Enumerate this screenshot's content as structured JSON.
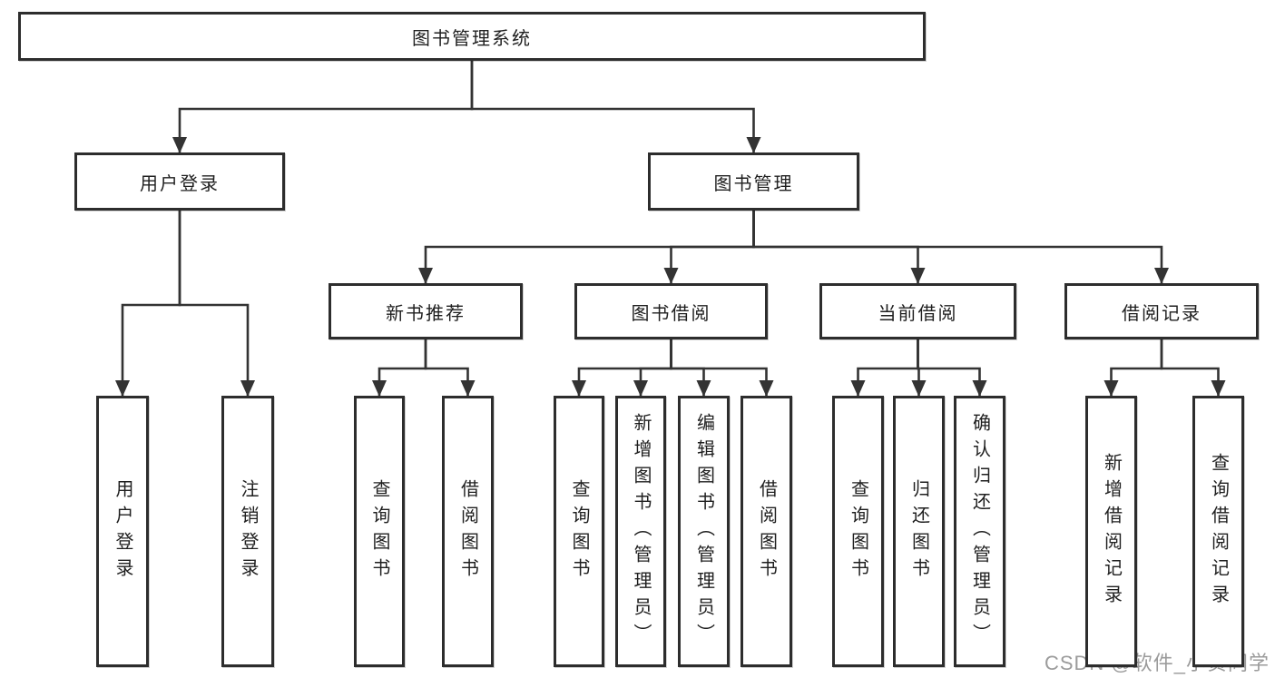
{
  "diagram": {
    "title": "图书管理系统",
    "colors": {
      "background": "#ffffff",
      "line": "#333333",
      "box_border": "#2d2d2d",
      "box_fill": "#ffffff",
      "text": "#1f1f1f",
      "watermark_text": "#9b9b9b"
    },
    "nodes": [
      {
        "id": "root",
        "label": "图书管理系统",
        "orientation": "horizontal",
        "level": 1
      },
      {
        "id": "login",
        "label": "用户登录",
        "orientation": "horizontal",
        "level": 2
      },
      {
        "id": "mgmt",
        "label": "图书管理",
        "orientation": "horizontal",
        "level": 2
      },
      {
        "id": "newbook",
        "label": "新书推荐",
        "orientation": "horizontal",
        "level": 3
      },
      {
        "id": "borrow",
        "label": "图书借阅",
        "orientation": "horizontal",
        "level": 3
      },
      {
        "id": "current",
        "label": "当前借阅",
        "orientation": "horizontal",
        "level": 3
      },
      {
        "id": "records",
        "label": "借阅记录",
        "orientation": "horizontal",
        "level": 3
      },
      {
        "id": "login-user",
        "label": "用户登录",
        "orientation": "vertical",
        "level": 4
      },
      {
        "id": "login-logout",
        "label": "注销登录",
        "orientation": "vertical",
        "level": 4
      },
      {
        "id": "newbook-query",
        "label": "查询图书",
        "orientation": "vertical",
        "level": 4
      },
      {
        "id": "newbook-borrow",
        "label": "借阅图书",
        "orientation": "vertical",
        "level": 4
      },
      {
        "id": "borrow-query",
        "label": "查询图书",
        "orientation": "vertical",
        "level": 4
      },
      {
        "id": "borrow-add",
        "label": "新增图书（管理员）",
        "orientation": "vertical",
        "level": 4
      },
      {
        "id": "borrow-edit",
        "label": "编辑图书（管理员）",
        "orientation": "vertical",
        "level": 4
      },
      {
        "id": "borrow-lend",
        "label": "借阅图书",
        "orientation": "vertical",
        "level": 4
      },
      {
        "id": "current-query",
        "label": "查询图书",
        "orientation": "vertical",
        "level": 4
      },
      {
        "id": "current-return",
        "label": "归还图书",
        "orientation": "vertical",
        "level": 4
      },
      {
        "id": "current-confirm",
        "label": "确认归还（管理员）",
        "orientation": "vertical",
        "level": 4
      },
      {
        "id": "records-add",
        "label": "新增借阅记录",
        "orientation": "vertical",
        "level": 4
      },
      {
        "id": "records-query",
        "label": "查询借阅记录",
        "orientation": "vertical",
        "level": 4
      }
    ],
    "edges": [
      [
        "root",
        "login"
      ],
      [
        "root",
        "mgmt"
      ],
      [
        "login",
        "login-user"
      ],
      [
        "login",
        "login-logout"
      ],
      [
        "mgmt",
        "newbook"
      ],
      [
        "mgmt",
        "borrow"
      ],
      [
        "mgmt",
        "current"
      ],
      [
        "mgmt",
        "records"
      ],
      [
        "newbook",
        "newbook-query"
      ],
      [
        "newbook",
        "newbook-borrow"
      ],
      [
        "borrow",
        "borrow-query"
      ],
      [
        "borrow",
        "borrow-add"
      ],
      [
        "borrow",
        "borrow-edit"
      ],
      [
        "borrow",
        "borrow-lend"
      ],
      [
        "current",
        "current-query"
      ],
      [
        "current",
        "current-return"
      ],
      [
        "current",
        "current-confirm"
      ],
      [
        "records",
        "records-add"
      ],
      [
        "records",
        "records-query"
      ]
    ]
  },
  "watermark": {
    "text": "CSDN @软件_小贺同学"
  }
}
